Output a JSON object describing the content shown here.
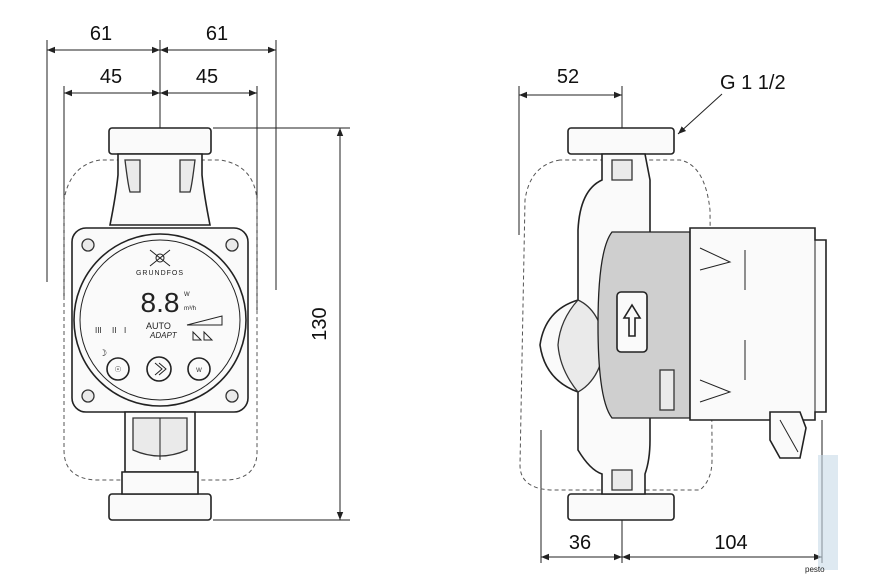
{
  "dimensions": {
    "front_left_outer": "61",
    "front_right_outer": "61",
    "front_left_inner": "45",
    "front_right_inner": "45",
    "front_height": "130",
    "side_top": "52",
    "side_bottom_left": "36",
    "side_bottom_right": "104"
  },
  "thread_callout": "G 1 1/2",
  "display": {
    "brand": "GRUNDFOS",
    "digits": "8.8",
    "unit_power": "W",
    "unit_flow": "m³/h",
    "mode_line1": "AUTO",
    "mode_line2": "ADAPT",
    "bars": [
      "III",
      "II",
      "I"
    ]
  },
  "buttons": {
    "left": "",
    "center": "",
    "right": ""
  },
  "watermark": "pesto"
}
